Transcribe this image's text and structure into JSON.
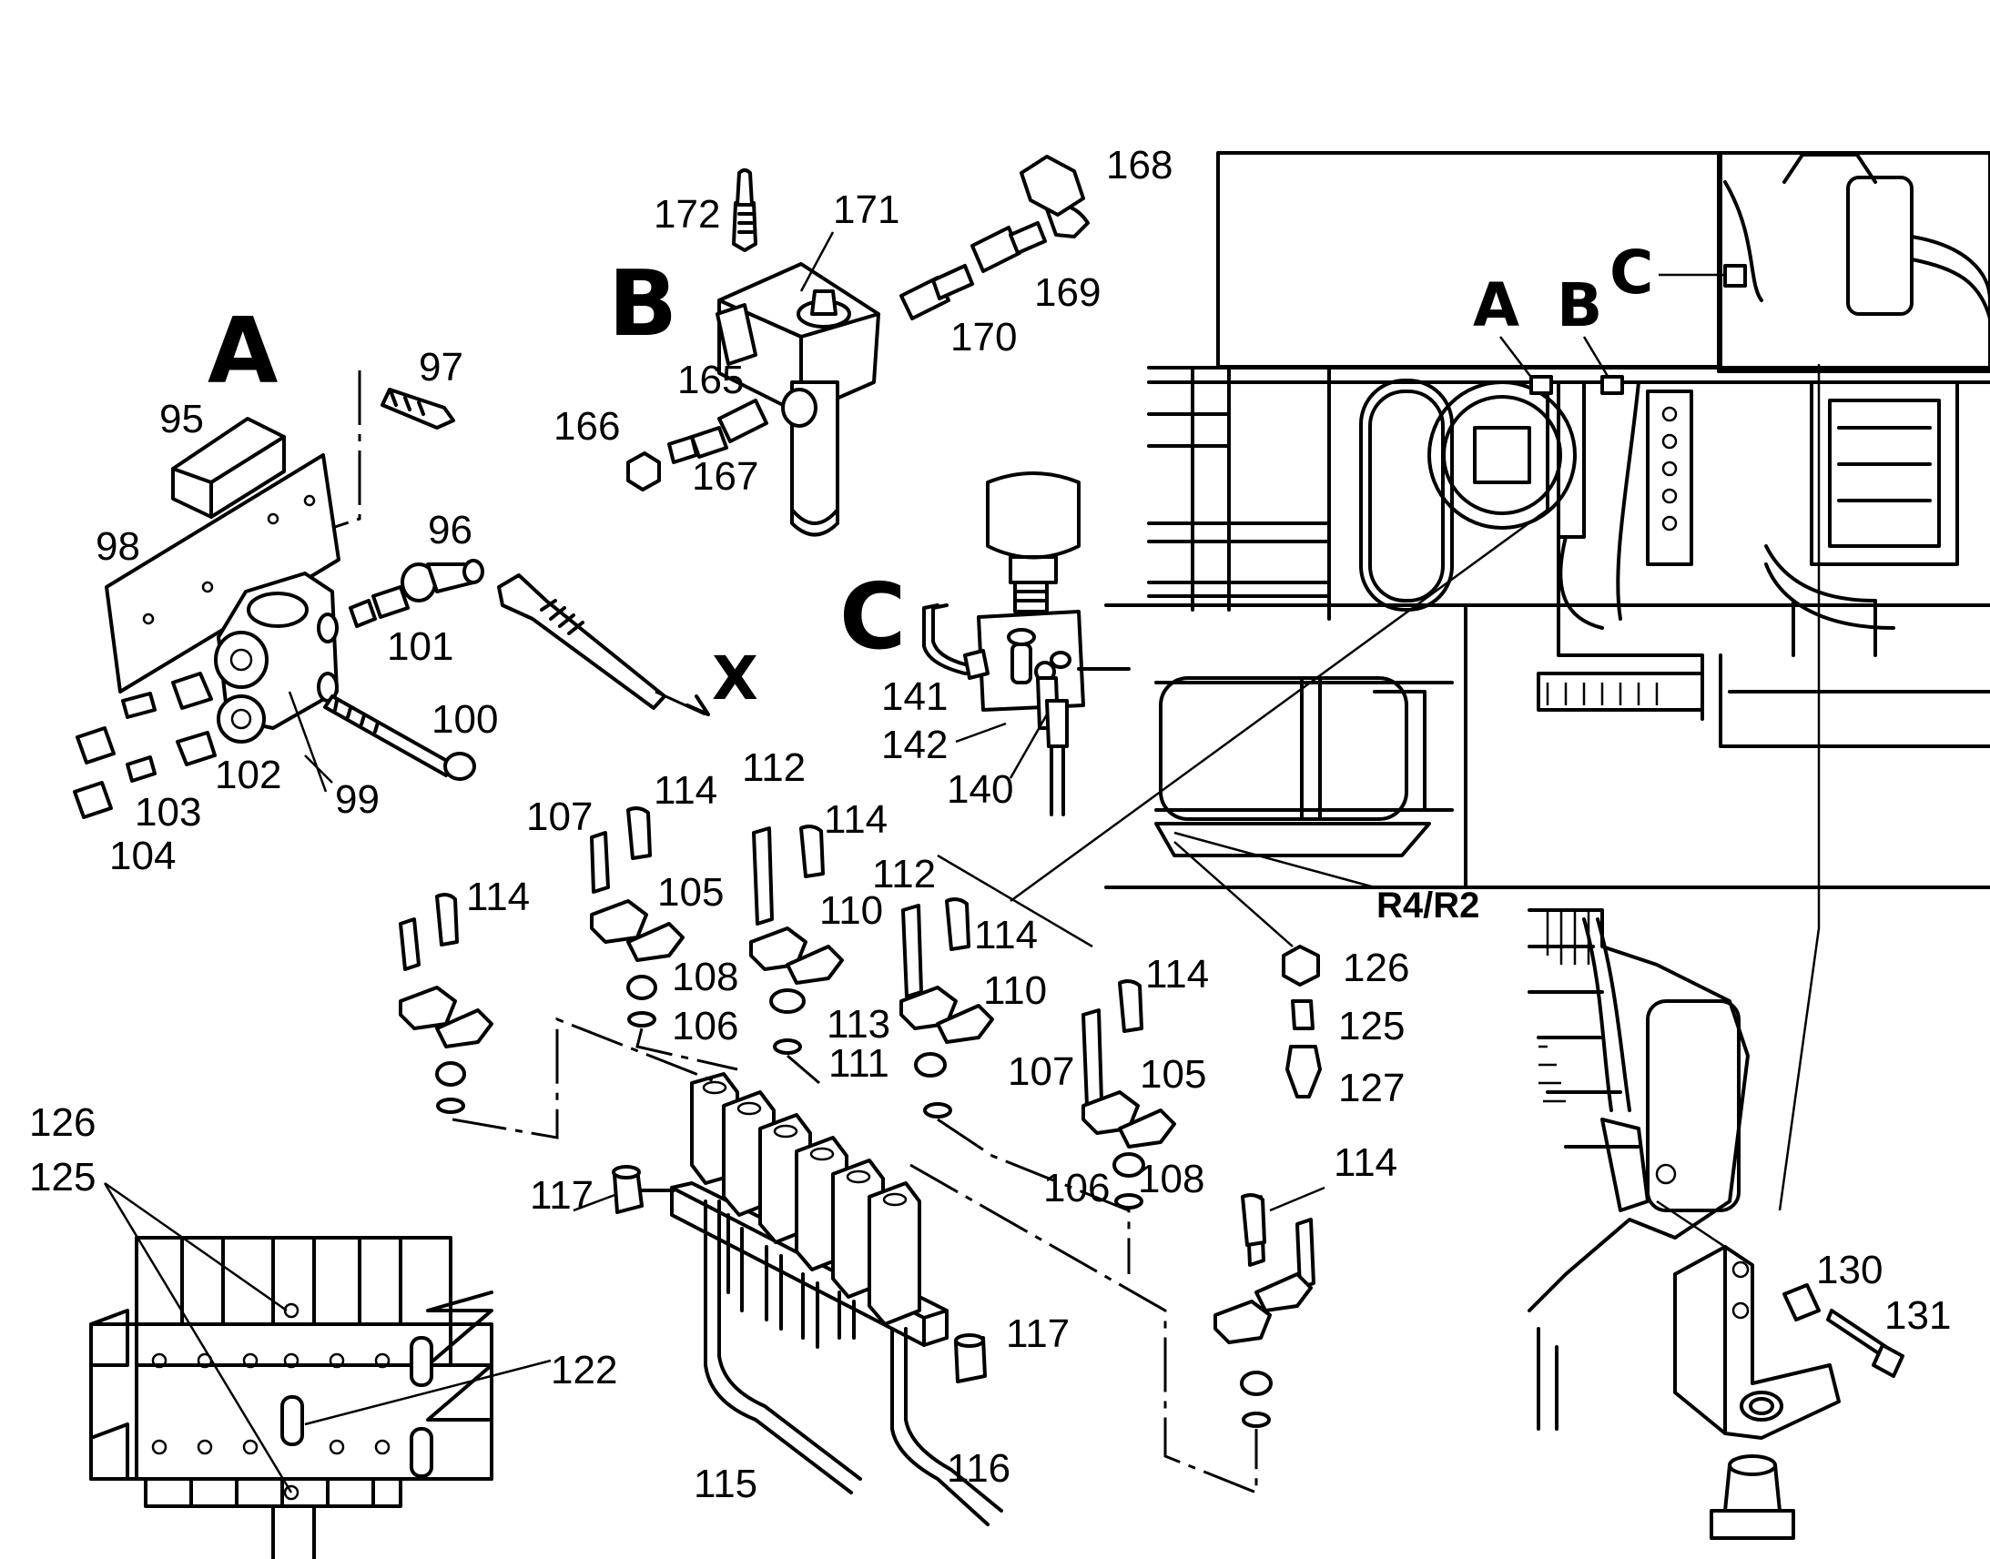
{
  "section_letters": {
    "a": "A",
    "b": "B",
    "c": "C",
    "x": "X",
    "view_a": "A",
    "view_b": "B",
    "view_c": "C"
  },
  "connection_tag": "R4/R2",
  "part_numbers": {
    "p95": "95",
    "p96": "96",
    "p97": "97",
    "p98": "98",
    "p99": "99",
    "p100": "100",
    "p101": "101",
    "p102": "102",
    "p103": "103",
    "p104": "104",
    "p105a": "105",
    "p105b": "105",
    "p106a": "106",
    "p106b": "106",
    "p107a": "107",
    "p107b": "107",
    "p108a": "108",
    "p108b": "108",
    "p110a": "110",
    "p110b": "110",
    "p111": "111",
    "p112a": "112",
    "p112b": "112",
    "p113": "113",
    "p114a": "114",
    "p114b": "114",
    "p114c": "114",
    "p114d": "114",
    "p114e": "114",
    "p114f": "114",
    "p115": "115",
    "p116": "116",
    "p117a": "117",
    "p117b": "117",
    "p122": "122",
    "p125a": "125",
    "p125b": "125",
    "p126a": "126",
    "p126b": "126",
    "p127": "127",
    "p130": "130",
    "p131": "131",
    "p140": "140",
    "p141": "141",
    "p142": "142",
    "p165": "165",
    "p166": "166",
    "p167": "167",
    "p168": "168",
    "p169": "169",
    "p170": "170",
    "p171": "171",
    "p172": "172"
  }
}
